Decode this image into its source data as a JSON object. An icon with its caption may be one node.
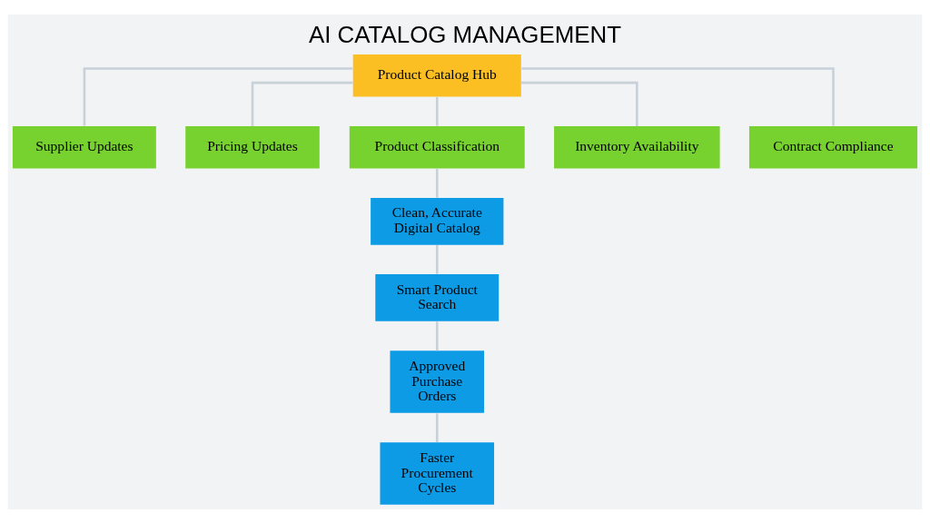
{
  "diagram": {
    "title": "AI CATALOG MANAGEMENT",
    "nodes": [
      {
        "text": [
          "Product Catalog Hub"
        ]
      },
      {
        "text": [
          "Supplier Updates"
        ]
      },
      {
        "text": [
          "Pricing Updates"
        ]
      },
      {
        "text": [
          "Product Classification"
        ]
      },
      {
        "text": [
          "Inventory Availability"
        ]
      },
      {
        "text": [
          "Contract Compliance"
        ]
      },
      {
        "text": [
          "Clean, Accurate Digital Catalog"
        ]
      },
      {
        "text": [
          "Smart Product Search"
        ]
      },
      {
        "text": [
          "Approved Purchase Orders"
        ]
      },
      {
        "text": [
          "Faster Procurement Cycles"
        ]
      }
    ],
    "edges": [
      {
        "from": 0,
        "to": 1,
        "arrow": "none"
      },
      {
        "from": 0,
        "to": 2,
        "arrow": "none"
      },
      {
        "from": 0,
        "to": 3,
        "arrow": "none"
      },
      {
        "from": 0,
        "to": 4,
        "arrow": "none"
      },
      {
        "from": 0,
        "to": 5,
        "arrow": "none"
      },
      {
        "from": 3,
        "to": 6,
        "arrow": "none"
      },
      {
        "from": 6,
        "to": 7,
        "arrow": "none"
      },
      {
        "from": 7,
        "to": 8,
        "arrow": "none"
      },
      {
        "from": 8,
        "to": 9,
        "arrow": "none"
      }
    ]
  }
}
